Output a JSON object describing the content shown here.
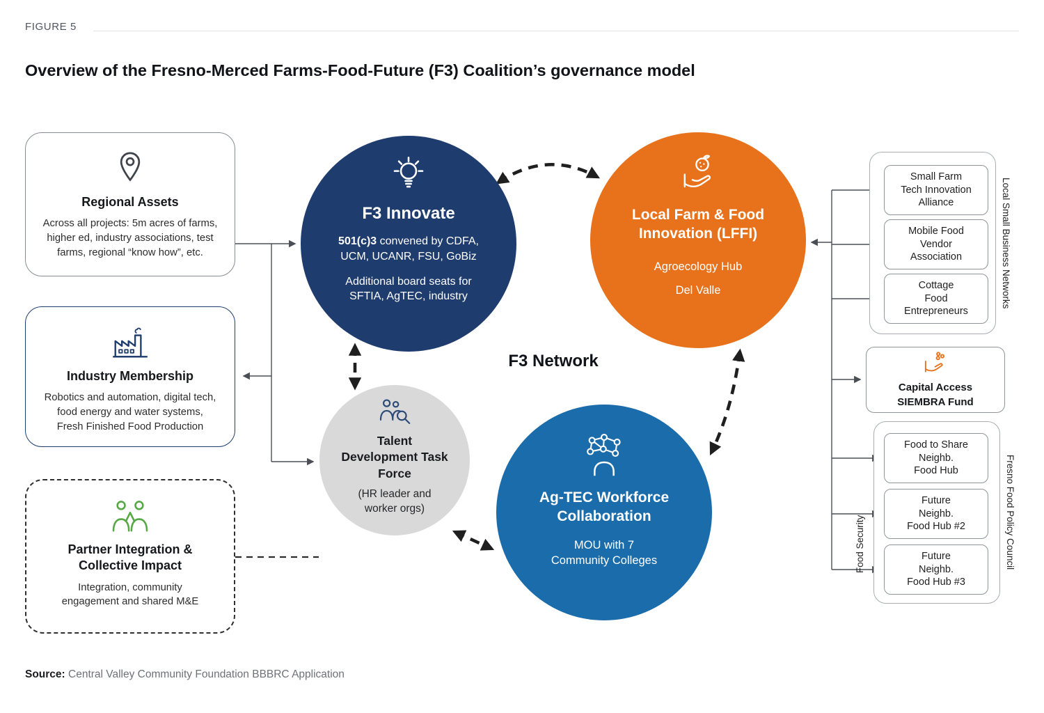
{
  "figure": {
    "label": "FIGURE 5",
    "title": "Overview of the Fresno-Merced Farms-Food-Future (F3) Coalition’s governance model",
    "source_label": "Source:",
    "source_text": "Central Valley Community Foundation BBBRC Application"
  },
  "left_boxes": {
    "regional_assets": {
      "title": "Regional Assets",
      "body": "Across all projects: 5m acres of farms,\nhigher ed, industry associations, test\nfarms, regional “know how”, etc."
    },
    "industry_membership": {
      "title": "Industry Membership",
      "body": "Robotics and automation, digital tech,\nfood energy and water systems,\nFresh Finished Food Production"
    },
    "partner_integration": {
      "title": "Partner Integration &\nCollective Impact",
      "body": "Integration, community\nengagement and shared M&E"
    }
  },
  "network_label": "F3 Network",
  "circles": {
    "f3_innovate": {
      "title": "F3 Innovate",
      "body1_bold": "501(c)3",
      "body1_rest": " convened by CDFA,\nUCM, UCANR, FSU, GoBiz",
      "body2": "Additional board seats for\nSFTIA, AgTEC, industry",
      "color": "#1e3d6e"
    },
    "lffi": {
      "title": "Local Farm & Food\nInnovation (LFFI)",
      "body1": "Agroecology Hub",
      "body2": "Del Valle",
      "color": "#e8721c"
    },
    "talent": {
      "title": "Talent\nDevelopment Task\nForce",
      "body1": "(HR leader and\nworker orgs)",
      "color": "#d9d9d9"
    },
    "agtec": {
      "title": "Ag-TEC Workforce\nCollaboration",
      "body1": "MOU with 7\nCommunity Colleges",
      "color": "#1b6cab"
    }
  },
  "right_column": {
    "small_business": {
      "group_label": "Local Small Business Networks",
      "items": [
        "Small Farm\nTech Innovation\nAlliance",
        "Mobile Food\nVendor\nAssociation",
        "Cottage\nFood\nEntrepreneurs"
      ]
    },
    "capital_access": {
      "title": "Capital Access\nSIEMBRA Fund"
    },
    "food_policy": {
      "group_label": "Fresno Food Policy Council",
      "security_label": "Food Security",
      "items": [
        "Food to Share\nNeighb.\nFood Hub",
        "Future\nNeighb.\nFood Hub #2",
        "Future\nNeighb.\nFood Hub #3"
      ]
    }
  },
  "colors": {
    "navy": "#1e3d6e",
    "orange": "#e8721c",
    "blue": "#1b6cab",
    "gray_circle": "#d9d9d9",
    "green": "#56a944"
  }
}
